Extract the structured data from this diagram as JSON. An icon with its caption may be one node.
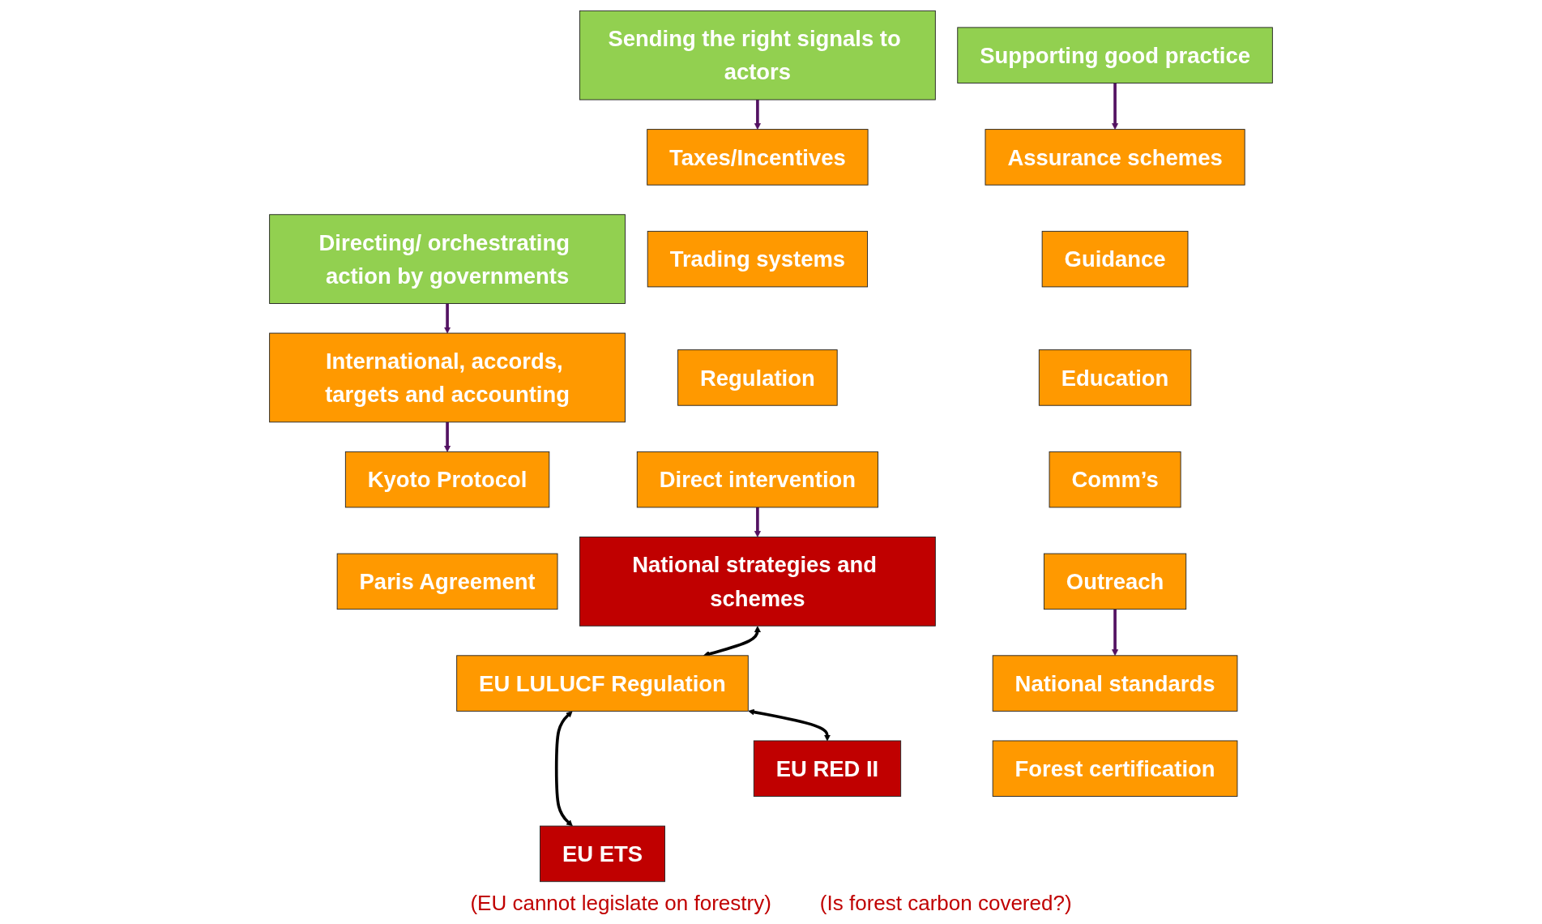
{
  "diagram": {
    "nodes": [
      {
        "text": [
          "Directing/ orchestrating action by governments"
        ]
      },
      {
        "text": [
          "Sending the right signals to actors"
        ]
      },
      {
        "text": [
          "Supporting good practice"
        ]
      },
      {
        "text": [
          "International, accords, targets and accounting"
        ]
      },
      {
        "text": [
          "Taxes/Incentives"
        ]
      },
      {
        "text": [
          "Trading systems"
        ]
      },
      {
        "text": [
          "Regulation"
        ]
      },
      {
        "text": [
          "Direct intervention"
        ]
      },
      {
        "text": [
          "Assurance schemes"
        ]
      },
      {
        "text": [
          "Guidance"
        ]
      },
      {
        "text": [
          "Education"
        ]
      },
      {
        "text": [
          "Comm’s"
        ]
      },
      {
        "text": [
          "Outreach"
        ]
      },
      {
        "text": [
          "Kyoto Protocol"
        ]
      },
      {
        "text": [
          "Paris Agreement"
        ]
      },
      {
        "text": [
          "EU LULUCF Regulation"
        ]
      },
      {
        "text": [
          "National strategies and schemes"
        ]
      },
      {
        "text": [
          "EU RED II"
        ]
      },
      {
        "text": [
          "EU ETS"
        ]
      },
      {
        "text": [
          "National standards"
        ]
      },
      {
        "text": [
          "Forest certification"
        ]
      }
    ],
    "edges": [
      {
        "from": 0,
        "to": 3,
        "arrow": "to"
      },
      {
        "from": 3,
        "to": 13,
        "arrow": "to"
      },
      {
        "from": 1,
        "to": 4,
        "arrow": "to"
      },
      {
        "from": 7,
        "to": 16,
        "arrow": "to"
      },
      {
        "from": 2,
        "to": 8,
        "arrow": "to"
      },
      {
        "from": 12,
        "to": 19,
        "arrow": "to"
      },
      {
        "from": 16,
        "to": 15,
        "arrow": "both",
        "color": "#000000"
      },
      {
        "from": 15,
        "to": 18,
        "arrow": "both",
        "color": "#000000"
      },
      {
        "from": 15,
        "to": 17,
        "arrow": "both",
        "color": "#000000"
      }
    ],
    "labels": [
      "(EU cannot legislate on forestry)",
      "(Is forest carbon covered?)"
    ]
  }
}
